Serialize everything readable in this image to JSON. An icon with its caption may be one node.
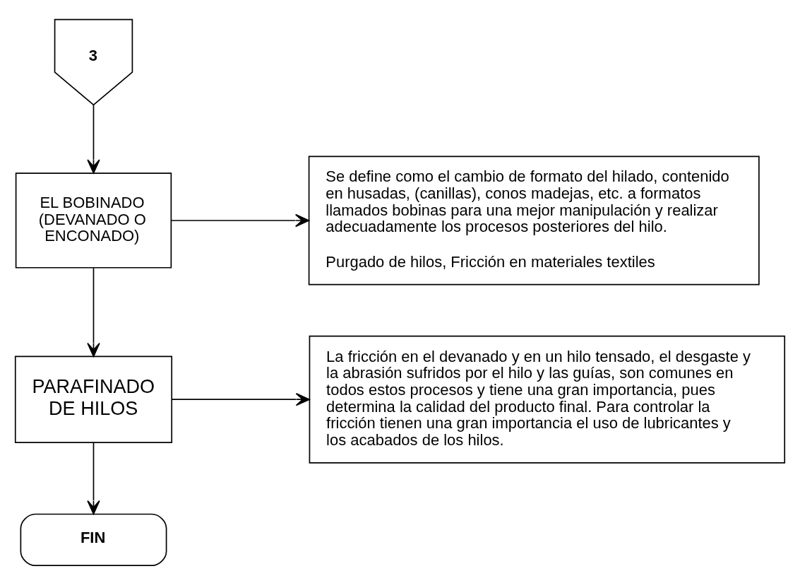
{
  "diagram": {
    "nodes": [
      {
        "text": [
          "3"
        ]
      },
      {
        "text": [
          "EL BOBINADO (DEVANADO O ENCONADO)"
        ]
      },
      {
        "text": [
          "Se define como el cambio de formato del hilado, contenido en husadas, (canillas), conos madejas, etc. a formatos llamados bobinas para una mejor manipulación y realizar adecuadamente los procesos posteriores del hilo.",
          "Purgado de hilos, Fricción en materiales textiles"
        ]
      },
      {
        "text": [
          "PARAFINADO DE HILOS"
        ]
      },
      {
        "text": [
          "La fricción en el devanado y en un hilo tensado, el desgaste y la abrasión sufridos por el hilo y las guías, son comunes en todos estos procesos y tiene una gran importancia, pues determina la calidad del producto final. Para controlar la fricción tienen una gran importancia el uso de lubricantes y los acabados de los hilos."
        ]
      },
      {
        "text": [
          "FIN"
        ]
      }
    ],
    "edges": [
      {
        "from": 0,
        "to": 1,
        "arrow": "to"
      },
      {
        "from": 1,
        "to": 2,
        "arrow": "to"
      },
      {
        "from": 1,
        "to": 3,
        "arrow": "to"
      },
      {
        "from": 3,
        "to": 4,
        "arrow": "to"
      },
      {
        "from": 3,
        "to": 5,
        "arrow": "to"
      }
    ]
  }
}
